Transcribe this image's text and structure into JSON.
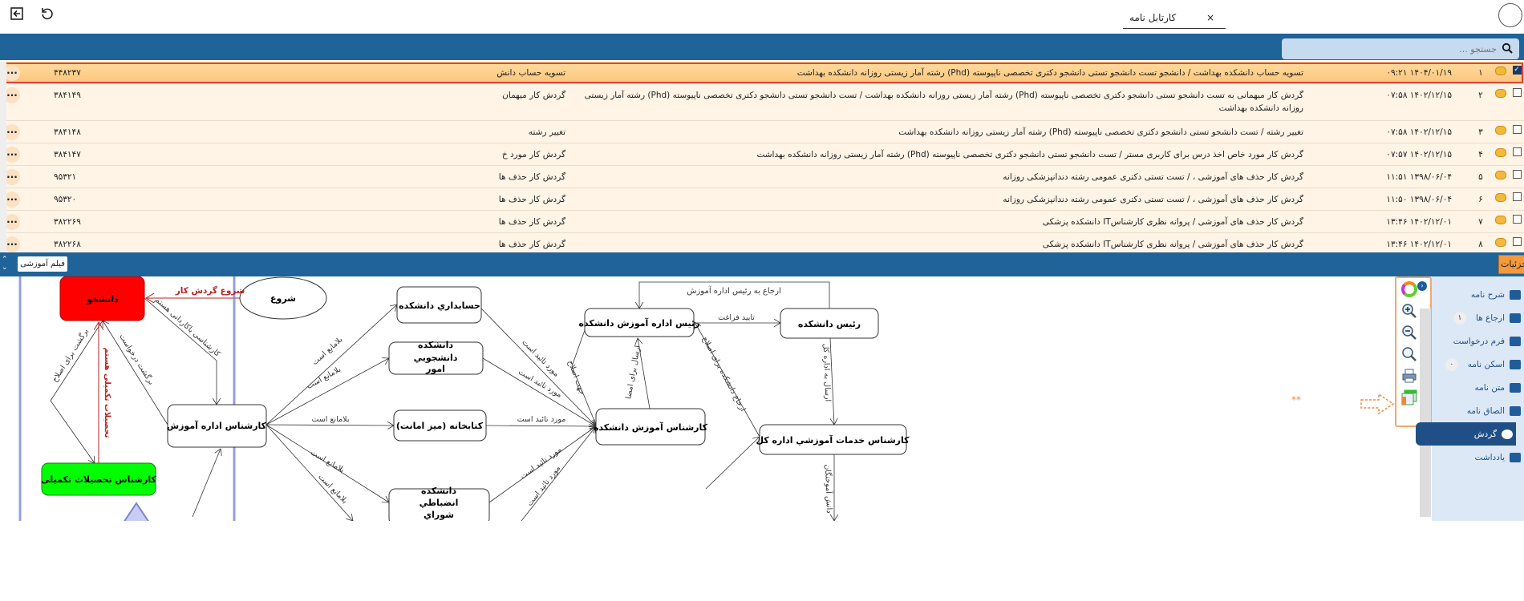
{
  "topbar": {
    "tab_title": "کارتابل نامه",
    "close": "×"
  },
  "search": {
    "placeholder": "جستجو ..."
  },
  "rows": [
    {
      "checked": true,
      "index": "۱",
      "date": "۰۹:۲۱ ۱۴۰۴/۰۱/۱۹",
      "subject": "تسویه حساب دانشکده بهداشت / دانشجو تست دانشجو تستی دانشجو دکتری تخصصی ناپیوسته (Phd) رشته آمار زیستی روزانه دانشکده بهداشت",
      "type": "تسویه حساب دانش",
      "number": "۴۴۸۲۳۷"
    },
    {
      "checked": false,
      "index": "۲",
      "date": "۰۷:۵۸ ۱۴۰۲/۱۲/۱۵",
      "subject": "گردش کار میهمانی به تست دانشجو تستی دانشجو دکتری تخصصی ناپیوسته (Phd) رشته آمار زیستی روزانه دانشکده بهداشت / تست دانشجو تستی دانشجو دکتری تخصصی ناپیوسته (Phd) رشته آمار زیستی روزانه دانشکده بهداشت",
      "type": "گردش کار میهمان",
      "number": "۳۸۴۱۴۹"
    },
    {
      "checked": false,
      "index": "۳",
      "date": "۰۷:۵۸ ۱۴۰۲/۱۲/۱۵",
      "subject": "تغییر رشته / تست دانشجو تستی دانشجو دکتری تخصصی ناپیوسته (Phd) رشته آمار زیستی روزانه دانشکده بهداشت",
      "type": "تغییر رشته",
      "number": "۳۸۴۱۴۸"
    },
    {
      "checked": false,
      "index": "۴",
      "date": "۰۷:۵۷ ۱۴۰۲/۱۲/۱۵",
      "subject": "گردش کار مورد خاص اخذ درس برای کاربری مستر / تست دانشجو تستی دانشجو دکتری تخصصی ناپیوسته (Phd) رشته آمار زیستی روزانه دانشکده بهداشت",
      "type": "گردش کار مورد خ",
      "number": "۳۸۴۱۴۷"
    },
    {
      "checked": false,
      "index": "۵",
      "date": "۱۱:۵۱ ۱۳۹۸/۰۶/۰۴",
      "subject": "گردش کار حذف های آموزشی ، / تست تستی دکتری عمومی رشته دندانپزشکی روزانه",
      "type": "گردش کار حذف ها",
      "number": "۹۵۳۲۱"
    },
    {
      "checked": false,
      "index": "۶",
      "date": "۱۱:۵۰ ۱۳۹۸/۰۶/۰۴",
      "subject": "گردش کار حذف های آموزشی ، / تست تستی دکتری عمومی رشته دندانپزشکی روزانه",
      "type": "گردش کار حذف ها",
      "number": "۹۵۳۲۰"
    },
    {
      "checked": false,
      "index": "۷",
      "date": "۱۳:۴۶ ۱۴۰۲/۱۲/۰۱",
      "subject": "گردش کار حذف های آموزشی / پروانه نظری کارشناسIT دانشکده پزشکی",
      "type": "گردش کار حذف ها",
      "number": "۳۸۲۲۶۹"
    },
    {
      "checked": false,
      "index": "۸",
      "date": "۱۳:۴۶ ۱۴۰۲/۱۲/۰۱",
      "subject": "گردش کار حذف های آموزشی / پروانه نظری کارشناسIT دانشکده پزشکی",
      "type": "گردش کار حذف ها",
      "number": "۳۸۲۲۶۸"
    }
  ],
  "row_more": "...",
  "detailbar": {
    "film": "فیلم آموزشی",
    "details": "جزئیات"
  },
  "diagram": {
    "nodes": {
      "start": "شروع",
      "student": "دانشجو",
      "grad_expert": "کارشناس تحصیلات تکمیلی",
      "edu_expert": "کارشناس اداره آموزش",
      "accounting": "حسابداري دانشكده",
      "student_affairs_1": "دانشكده",
      "student_affairs_2": "دانشجويي",
      "student_affairs_3": "امور",
      "library": "كتابخانه (ميز امانت)",
      "discipline_1": "دانشكده",
      "discipline_2": "انضباطي",
      "discipline_3": "شوراي",
      "head_edu": "رئیس اداره آموزش دانشکده",
      "faculty_expert": "کارشناس آموزش دانشکده",
      "dean": "رئیس دانشکده",
      "central_expert": "كارشناس خدمات آموزشي اداره كل"
    },
    "edges": {
      "start_flow": "شروع گردش کار",
      "grad": "تحصیلات تکمیلی هستم",
      "bachelor": "کارشناسی یاکاردانی هستم",
      "return_fix": "برگشت برای اصلاح",
      "return_req": "برگشت درخواست",
      "no_obstacle": "بلامانع است",
      "approved": "مورد تائید است",
      "for_fix": "جهت اصلاح",
      "send_sign": "ارسال برای امضا",
      "graduation": "تایید فراغت",
      "refer_head": "ارجاع به رئیس اداره آموزش",
      "send_central": "ارسال به اداره کل",
      "refer_faculty": "ارجاع دانشکده برای اصلاح",
      "alumni": "دانش آموختگان"
    }
  },
  "annotation": "**",
  "panel": [
    {
      "label": "شرح نامه"
    },
    {
      "label": "ارجاع ها",
      "badge": "۱"
    },
    {
      "label": "فرم درخواست"
    },
    {
      "label": "اسکن نامه",
      "badge": "۰"
    },
    {
      "label": "متن نامه"
    },
    {
      "label": "الصاق نامه"
    },
    {
      "label": "گردش",
      "active": true
    },
    {
      "label": "یادداشت"
    }
  ]
}
